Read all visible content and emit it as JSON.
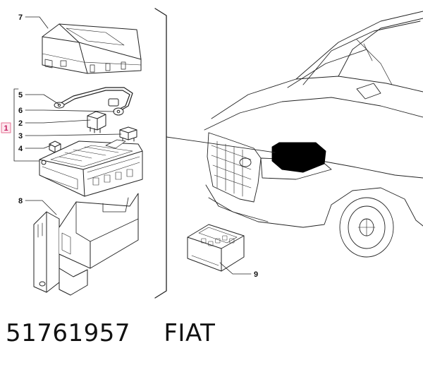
{
  "callouts": {
    "c1": "1",
    "c2": "2",
    "c3": "3",
    "c4": "4",
    "c5": "5",
    "c6": "6",
    "c7": "7",
    "c8": "8",
    "c9": "9"
  },
  "caption": {
    "part_number": "51761957",
    "brand": "FIAT"
  },
  "colors": {
    "highlight_box_border": "#e57393",
    "highlight_box_text": "#c2185b",
    "line_art": "#222222",
    "highlight_fill": "#000000"
  }
}
